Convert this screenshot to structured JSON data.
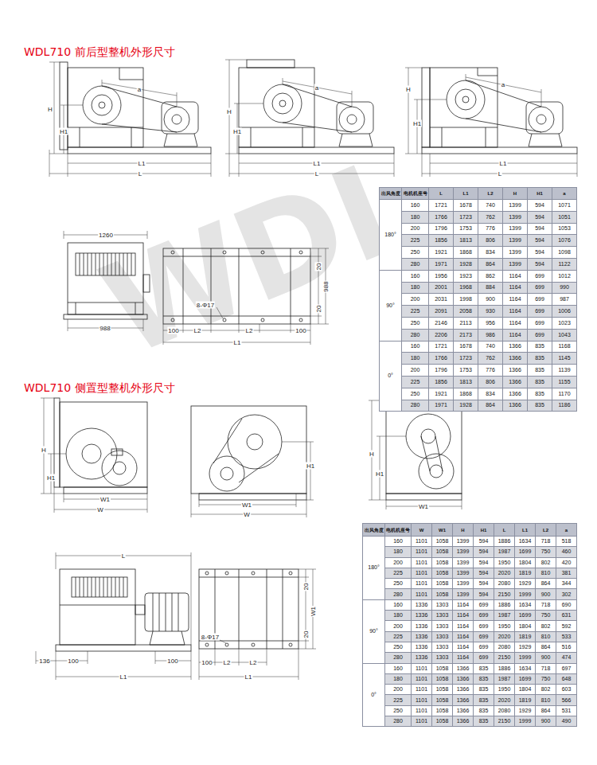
{
  "diagram": {
    "title": "WDL710 前后型整机外形尺寸",
    "labels": [
      "WDL",
      "H",
      "H1",
      "a",
      "L1",
      "L",
      "H",
      "H1",
      "a",
      "L1",
      "L",
      "H",
      "H1",
      "a",
      "L1",
      "L",
      "1260",
      "988",
      "20",
      "988",
      "20",
      "8-Φ17",
      "100",
      "L2",
      "L2",
      "100",
      "L1",
      "出风角度",
      "电机机座号",
      "L",
      "L1",
      "L2",
      "H",
      "H1",
      "a",
      "180°",
      "160",
      "1721",
      "1678",
      "740",
      "1399",
      "594",
      "1071",
      "180",
      "1766",
      "1723",
      "762",
      "1399",
      "594",
      "1051",
      "200",
      "1796",
      "1753",
      "776",
      "1399",
      "594",
      "1053",
      "225",
      "1856",
      "1813",
      "806",
      "1399",
      "594",
      "1076",
      "250",
      "1921",
      "1868",
      "834",
      "1399",
      "594",
      "1098",
      "280",
      "1971",
      "1928",
      "864",
      "1399",
      "594",
      "1122",
      "90°",
      "160",
      "1956",
      "1923",
      "862",
      "1164",
      "699",
      "1012",
      "180",
      "2001",
      "1968",
      "884",
      "1164",
      "699",
      "990",
      "200",
      "2031",
      "1998",
      "900",
      "1164",
      "699",
      "987",
      "225",
      "2091",
      "2058",
      "930",
      "1164",
      "699",
      "1006",
      "250",
      "2146",
      "2113",
      "956",
      "1164",
      "699",
      "1023",
      "280",
      "2206",
      "2173",
      "986",
      "1164",
      "699",
      "1043",
      "0°",
      "160",
      "1721",
      "1678",
      "740",
      "1366",
      "835",
      "1168",
      "180",
      "1766",
      "1723",
      "762",
      "1366",
      "835",
      "1145",
      "200",
      "1796",
      "1753",
      "776",
      "1366",
      "835",
      "1139",
      "225",
      "1856",
      "1813",
      "806",
      "1366",
      "835",
      "1155",
      "250",
      "1921",
      "1868",
      "834",
      "1366",
      "835",
      "1170",
      "280",
      "1971",
      "1928",
      "864",
      "1366",
      "835",
      "1186",
      "WDL710 侧置型整机外形尺寸",
      "H",
      "H1",
      "W1",
      "W",
      "H1",
      "W1",
      "W",
      "H",
      "H1",
      "W1",
      "L",
      "136",
      "100",
      "100",
      "L1",
      "20",
      "W1",
      "20",
      "8-Φ17",
      "100",
      "L2",
      "L2",
      "L1",
      "出风角度",
      "电机机座号",
      "W",
      "W1",
      "H",
      "H1",
      "L",
      "L1",
      "L2",
      "a",
      "180°",
      "160",
      "1101",
      "1058",
      "1399",
      "594",
      "1886",
      "1634",
      "718",
      "518",
      "180",
      "1101",
      "1058",
      "1399",
      "594",
      "1987",
      "1699",
      "750",
      "460",
      "200",
      "1101",
      "1058",
      "1399",
      "594",
      "1950",
      "1804",
      "802",
      "420",
      "225",
      "1101",
      "1058",
      "1399",
      "594",
      "2020",
      "1819",
      "810",
      "381",
      "250",
      "1101",
      "1058",
      "1399",
      "594",
      "2080",
      "1929",
      "864",
      "344",
      "280",
      "1101",
      "1058",
      "1399",
      "594",
      "2150",
      "1999",
      "900",
      "302",
      "90°",
      "160",
      "1336",
      "1303",
      "1164",
      "699",
      "1886",
      "1634",
      "718",
      "690",
      "180",
      "1336",
      "1303",
      "1164",
      "699",
      "1987",
      "1699",
      "750",
      "631",
      "200",
      "1336",
      "1303",
      "1164",
      "699",
      "1950",
      "1804",
      "802",
      "592",
      "225",
      "1336",
      "1303",
      "1164",
      "699",
      "2020",
      "1819",
      "810",
      "533",
      "250",
      "1336",
      "1303",
      "1164",
      "699",
      "2080",
      "1929",
      "864",
      "516",
      "280",
      "1336",
      "1303",
      "1164",
      "699",
      "2150",
      "1999",
      "900",
      "474",
      "0°",
      "160",
      "1101",
      "1058",
      "1366",
      "835",
      "1886",
      "1634",
      "718",
      "697",
      "180",
      "1101",
      "1058",
      "1366",
      "835",
      "1987",
      "1699",
      "750",
      "648",
      "200",
      "1101",
      "1058",
      "1366",
      "835",
      "1950",
      "1804",
      "802",
      "603",
      "225",
      "1101",
      "1058",
      "1366",
      "835",
      "2020",
      "1819",
      "810",
      "566",
      "250",
      "1101",
      "1058",
      "1366",
      "835",
      "2080",
      "1929",
      "864",
      "531",
      "280",
      "1101",
      "1058",
      "1366",
      "835",
      "2150",
      "1999",
      "900",
      "490"
    ]
  }
}
